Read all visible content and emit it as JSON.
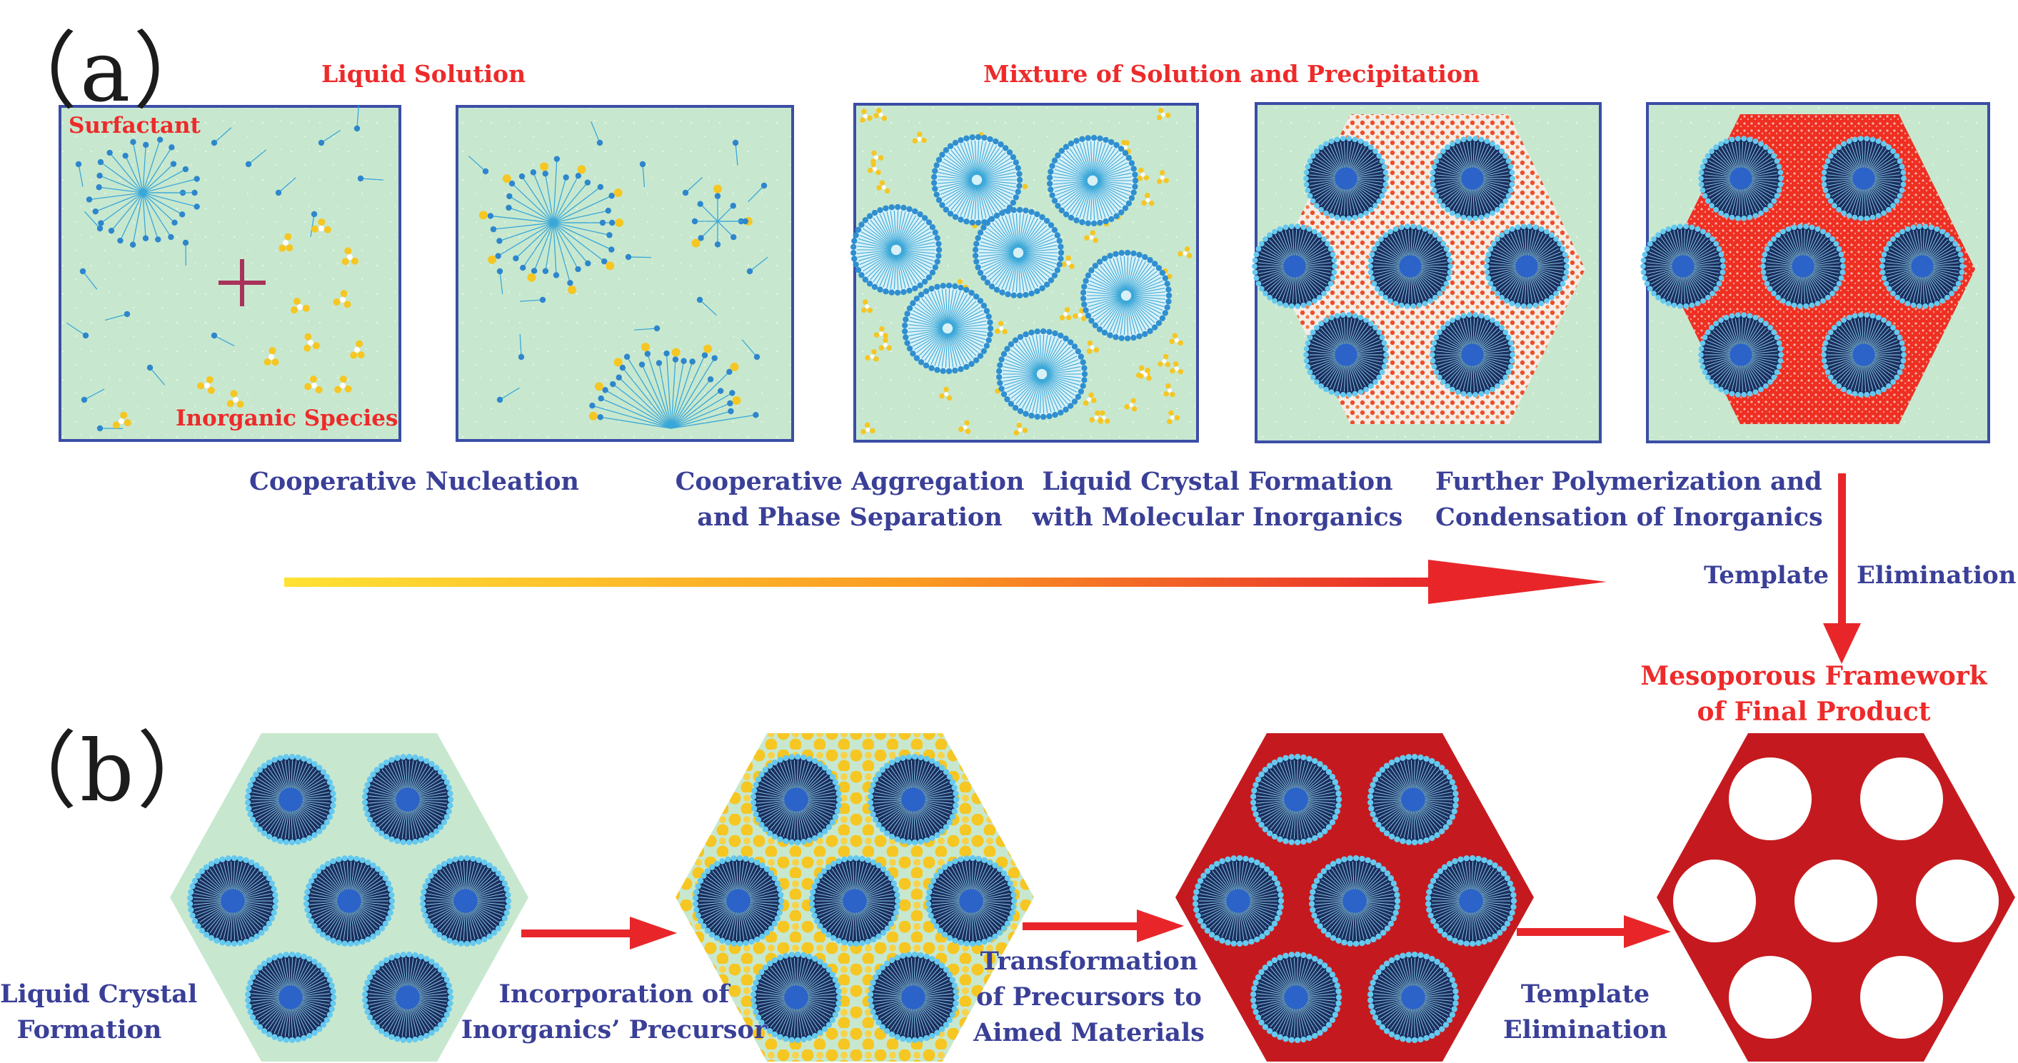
{
  "panel_a": {
    "label": "（a）",
    "group_label_left": "Liquid Solution",
    "group_label_right": "Mixture of Solution and Precipitation",
    "box1_label_surfactant": "Surfactant",
    "box1_label_inorganic": "Inorganic Species",
    "steps": [
      {
        "line1": "Cooperative Nucleation",
        "line2": ""
      },
      {
        "line1": "Cooperative Aggregation",
        "line2": "and Phase Separation"
      },
      {
        "line1": "Liquid Crystal Formation",
        "line2": "with Molecular Inorganics"
      },
      {
        "line1": "Further Polymerization and",
        "line2": "Condensation of Inorganics"
      }
    ],
    "template_word": "Template",
    "elimination_word": "Elimination",
    "final_line1": "Mesoporous Framework",
    "final_line2": "of Final Product"
  },
  "panel_b": {
    "label": "（b）",
    "steps": [
      {
        "line1": "Liquid Crystal",
        "line2": "Formation",
        "line3": ""
      },
      {
        "line1": "Incorporation of",
        "line2": "Inorganics’ Precursor",
        "line3": ""
      },
      {
        "line1": "Transformation",
        "line2": "of Precursors to",
        "line3": "Aimed Materials"
      },
      {
        "line1": "Template",
        "line2": "Elimination",
        "line3": ""
      }
    ]
  },
  "colors": {
    "solution_green": "#c7e8cf",
    "box_border": "#3b4da6",
    "micelle_dark": "#1b2e5e",
    "micelle_head": "#66c9ef",
    "micelle_core": "#2b63c8",
    "inorganic_yellow": "#f6c623",
    "framework_red": "#c41a1f",
    "arrow_red": "#e8262a",
    "gradient_start": "#ffe233",
    "label_red": "#ee2a2a",
    "label_blue": "#3a3f97"
  }
}
